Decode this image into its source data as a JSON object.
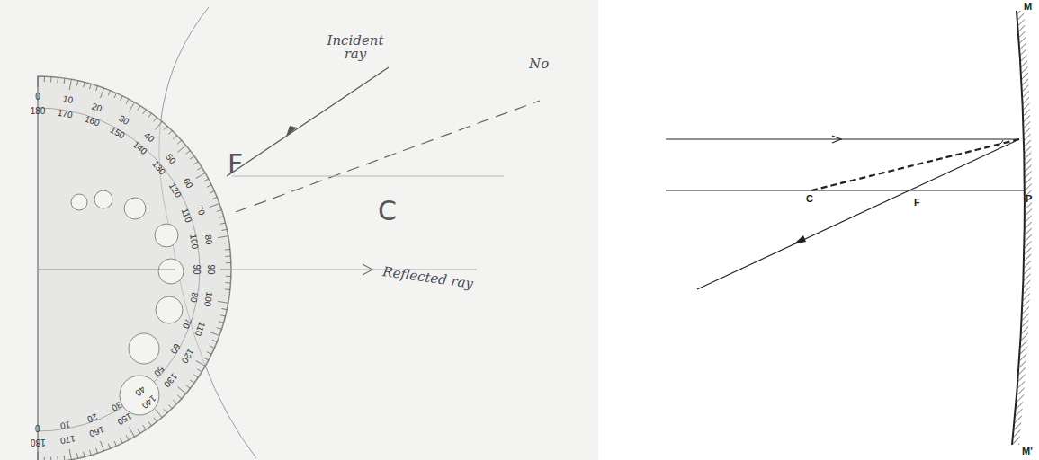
{
  "diagram": {
    "labels": [
      "Incident ray",
      "No",
      "F",
      "C",
      "Reflected ray",
      "0",
      "10",
      "20",
      "30",
      "40",
      "50",
      "60",
      "70",
      "80",
      "90",
      "100",
      "110",
      "120",
      "130",
      "140",
      "150",
      "160",
      "170",
      "180",
      "180",
      "170",
      "160",
      "150",
      "140",
      "130",
      "120",
      "110",
      "100",
      "90",
      "80",
      "70",
      "60",
      "50",
      "40",
      "30",
      "20",
      "10",
      "0",
      "M",
      "C",
      "F",
      "P",
      "M'"
    ]
  }
}
